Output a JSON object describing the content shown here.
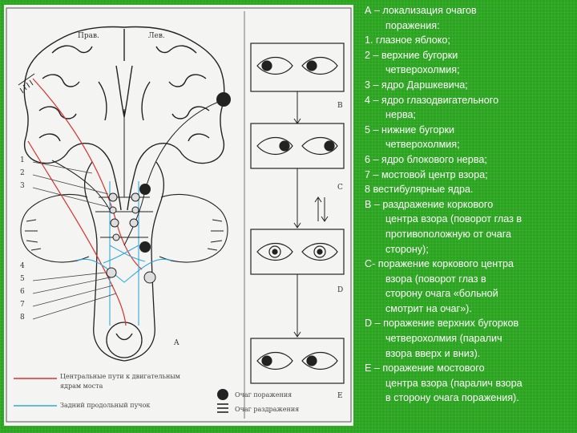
{
  "figure": {
    "label_right": "Прав.",
    "label_left": "Лев.",
    "panel_labels": [
      "B",
      "C",
      "D",
      "E"
    ],
    "panel_a_label": "A",
    "side_numbers": [
      "1",
      "2",
      "3",
      "4",
      "5",
      "6",
      "7",
      "8"
    ],
    "legend_line1": "Центральные пути к двигательным",
    "legend_line1b": "ядрам моста",
    "legend_line2": "Задний продольный пучок",
    "legend_lesion": "Очаг поражения",
    "legend_irritation": "Очаг раздражения",
    "colors": {
      "red_path": "#d9302c",
      "blue_path": "#33a8d8",
      "line": "#222222",
      "lesion": "#222222"
    }
  },
  "legend": {
    "lines": [
      {
        "text": "А – локализация очагов",
        "indent": false
      },
      {
        "text": "поражения:",
        "indent": true
      },
      {
        "text": "1.  глазное яблоко;",
        "indent": false
      },
      {
        "text": "2 – верхние бугорки",
        "indent": false
      },
      {
        "text": "четверохолмия;",
        "indent": true
      },
      {
        "text": "3 – ядро Даршкевича;",
        "indent": false
      },
      {
        "text": "4 – ядро глазодвигательного",
        "indent": false
      },
      {
        "text": "нерва;",
        "indent": true
      },
      {
        "text": "5 – нижние бугорки",
        "indent": false
      },
      {
        "text": "четверохолмия;",
        "indent": true
      },
      {
        "text": "6 – ядро блокового нерва;",
        "indent": false
      },
      {
        "text": "7 – мостовой центр взора;",
        "indent": false
      },
      {
        "text": " 8 вестибулярные ядра.",
        "indent": false
      },
      {
        "text": "В – раздражение коркового",
        "indent": false
      },
      {
        "text": "центра взора (поворот глаз в",
        "indent": true
      },
      {
        "text": "противоположную от очага",
        "indent": true
      },
      {
        "text": "сторону);",
        "indent": true
      },
      {
        "text": "С- поражение коркового центра",
        "indent": false
      },
      {
        "text": "взора (поворот глаз в",
        "indent": true
      },
      {
        "text": "сторону очага «больной",
        "indent": true
      },
      {
        "text": "смотрит на очаг»).",
        "indent": true
      },
      {
        "text": "D – поражение верхних бугорков",
        "indent": false
      },
      {
        "text": "четверохолмия (паралич",
        "indent": true
      },
      {
        "text": "взора вверх и вниз).",
        "indent": true
      },
      {
        "text": " Е – поражение мостового",
        "indent": false
      },
      {
        "text": "центра взора (паралич взора",
        "indent": true
      },
      {
        "text": "в сторону очага поражения).",
        "indent": true
      }
    ]
  }
}
